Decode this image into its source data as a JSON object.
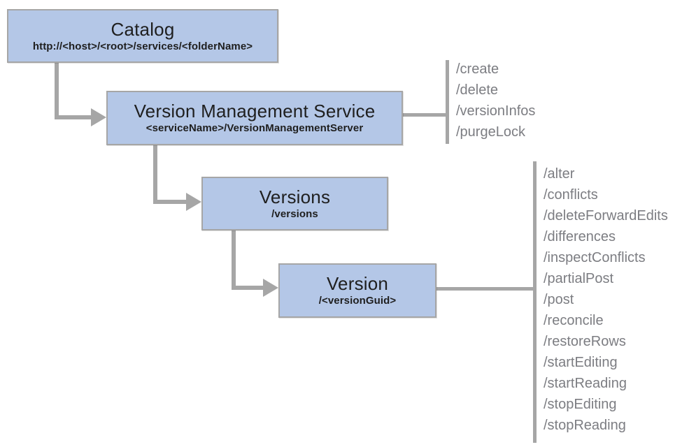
{
  "diagram": {
    "nodes": [
      {
        "id": "catalog",
        "title": "Catalog",
        "subtitle": "http://<host>/<root>/services/<folderName>"
      },
      {
        "id": "version-management-service",
        "title": "Version Management Service",
        "subtitle": "<serviceName>/VersionManagementServer"
      },
      {
        "id": "versions",
        "title": "Versions",
        "subtitle": "/versions"
      },
      {
        "id": "version",
        "title": "Version",
        "subtitle": "/<versionGuid>"
      }
    ],
    "vms_endpoints": [
      "/create",
      "/delete",
      "/versionInfos",
      "/purgeLock"
    ],
    "version_endpoints": [
      "/alter",
      "/conflicts",
      "/deleteForwardEdits",
      "/differences",
      "/inspectConflicts",
      "/partialPost",
      "/post",
      "/reconcile",
      "/restoreRows",
      "/startEditing",
      "/startReading",
      "/stopEditing",
      "/stopReading"
    ],
    "colors": {
      "node_fill": "#b4c7e7",
      "node_border": "#a6a6a6",
      "connector": "#a6a6a6",
      "node_text": "#1f1f1f",
      "endpoint_text": "#7c7d82"
    }
  }
}
